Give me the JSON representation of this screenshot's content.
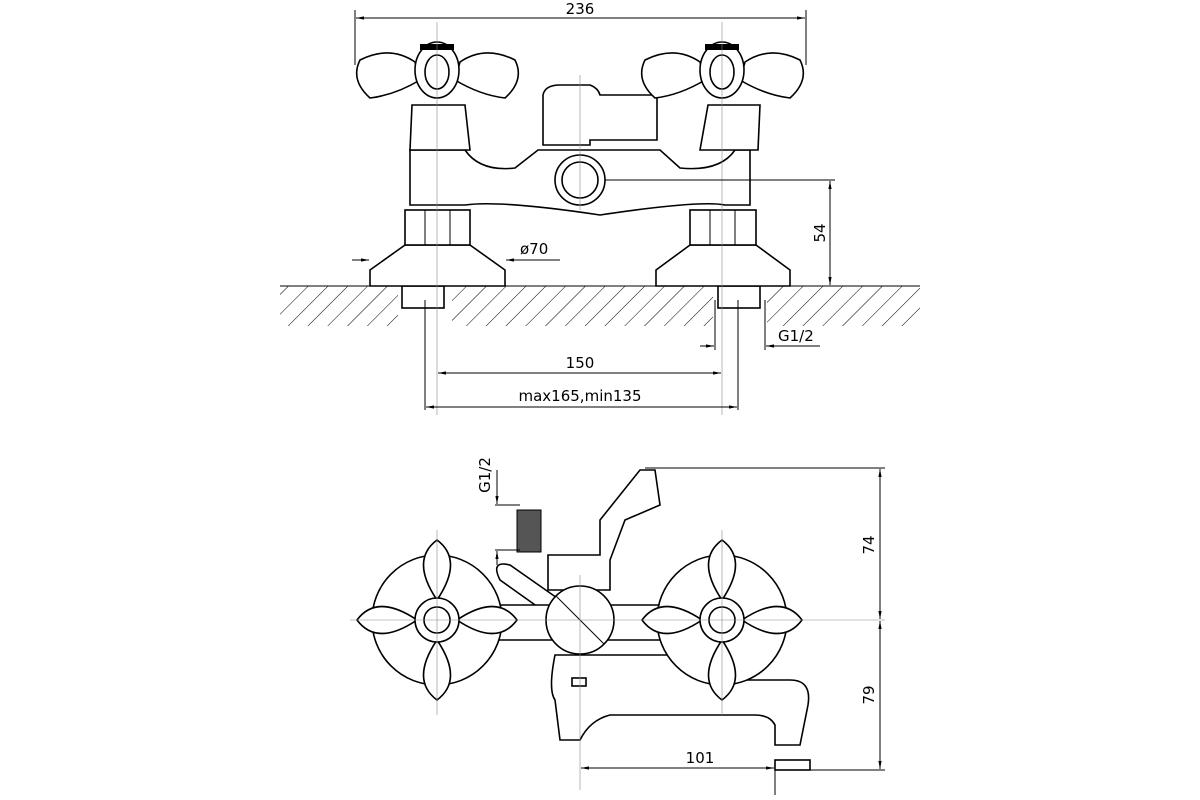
{
  "title": "Faucet technical drawing",
  "colors": {
    "line": "#000000",
    "background": "#ffffff"
  },
  "front_view": {
    "dimensions": {
      "overall_width": "236",
      "height_to_outlet": "54",
      "base_diameter": "ø70",
      "thread": "G1/2",
      "center_distance": "150",
      "adjustable_range": "max165,min135"
    }
  },
  "top_view": {
    "dimensions": {
      "thread": "G1/2",
      "upper_height": "74",
      "lower_height": "79",
      "spout_reach": "101"
    }
  }
}
